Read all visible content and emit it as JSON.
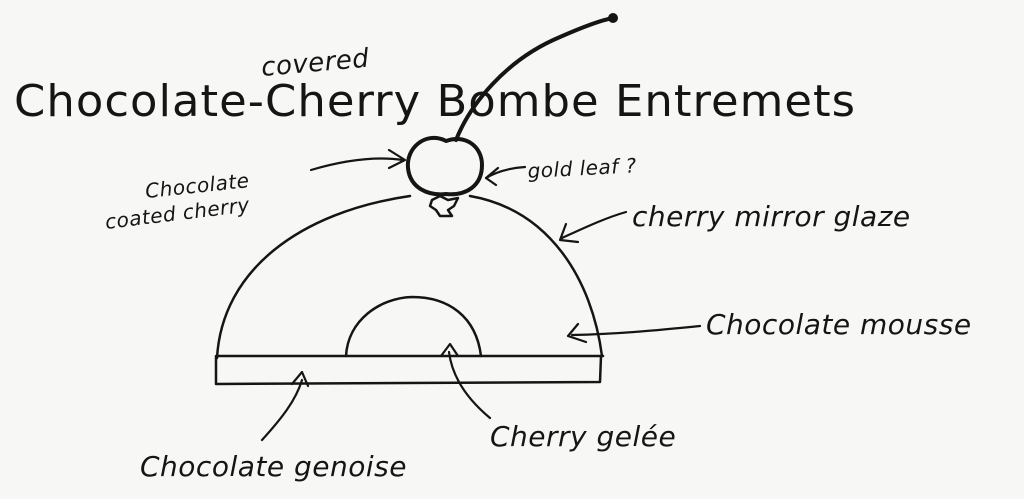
{
  "title": {
    "main": "Chocolate-Cherry Bombe Entremets",
    "insert": "covered"
  },
  "labels": {
    "cherry_line1": "Chocolate",
    "cherry_line2": "coated cherry",
    "gold_leaf": "gold leaf ?",
    "glaze": "cherry mirror glaze",
    "mousse": "Chocolate mousse",
    "gelee": "Cherry gelée",
    "genoise": "Chocolate genoise"
  },
  "colors": {
    "ink": "#151515",
    "paper": "#f7f7f5"
  }
}
